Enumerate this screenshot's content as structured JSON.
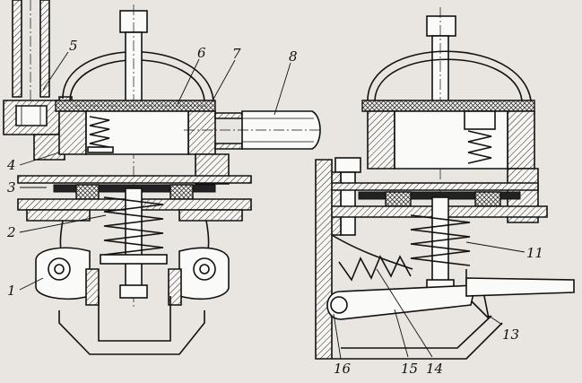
{
  "figure": {
    "left_view_labels": [
      "1",
      "2",
      "3",
      "4",
      "5",
      "6",
      "7",
      "8"
    ],
    "right_view_labels": [
      "11",
      "13",
      "14",
      "15",
      "16"
    ]
  },
  "colors": {
    "paper": "#e9e6e1",
    "ink": "#111111",
    "section_fill": "#fafaf8"
  }
}
